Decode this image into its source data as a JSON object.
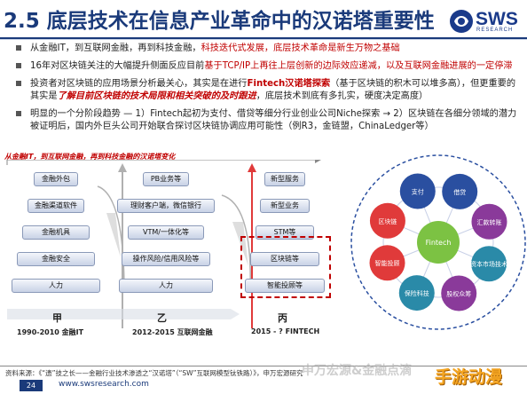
{
  "header": {
    "title": "2.5 底层技术在信息产业革命中的汉诺塔重要性",
    "logo_text": "SWS",
    "logo_sub": "RESEARCH"
  },
  "bullets": [
    {
      "parts": [
        {
          "t": "从金融IT，到互联网金融，再到科技金融，"
        },
        {
          "t": "科技迭代式发展，底层技术革命是新生万物之基础",
          "red": true
        }
      ]
    },
    {
      "parts": [
        {
          "t": "16年对区块链关注的大幅提升侧面反应目前"
        },
        {
          "t": "基于TCP/IP上再往上层创新的边际效应递减，以及互联网金融进展的一定停滞",
          "red": true
        }
      ]
    },
    {
      "parts": [
        {
          "t": "投资者对区块链的应用场景分析最关心，其实是在进行"
        },
        {
          "t": "Fintech汉诺塔探索",
          "red": true,
          "bold": true
        },
        {
          "t": "（基于区块链的积木可以堆多高），但更重要的其实是"
        },
        {
          "t": "了解目前区块链的技术局限和相关突破的及时跟进",
          "red": true,
          "bold": true,
          "ital": true
        },
        {
          "t": "，底层技术到底有多扎实，硬度决定高度）"
        }
      ]
    },
    {
      "parts": [
        {
          "t": "明显的一个分阶段趋势 — 1）Fintech起初为支付、借贷等细分行业创业公司Niche探索 → 2）区块链在各细分领域的潜力被证明后，国内外巨头公司开始联合探讨区块链协调应用可能性（例R3，金链盟，ChinaLedger等）"
        }
      ]
    }
  ],
  "diagram": {
    "title": "从金融IT，到互联网金融，再到科技金融的汉诺塔变化",
    "col_a": {
      "blocks": [
        "金融外包",
        "金融渠道软件",
        "金融机具",
        "金融安全",
        "人力"
      ],
      "label": "甲",
      "sub": "1990-2010 金融IT"
    },
    "col_b": {
      "blocks": [
        "PB业务等",
        "理财客户端，微信银行",
        "VTM/一体化等",
        "操作风险/信用风险等",
        "人力"
      ],
      "label": "乙",
      "sub": "2012-2015 互联网金融"
    },
    "col_c": {
      "blocks": [
        "新型服务",
        "新型业务",
        "STM等",
        "区块链等",
        "智能投顾等"
      ],
      "label": "丙",
      "sub": "2015 - ? FINTECH"
    },
    "ring": {
      "center": "Fintech",
      "nodes": [
        "支付",
        "借贷",
        "汇款转账",
        "资本市场技术",
        "股权众筹",
        "保险科技",
        "智能投顾",
        "区块链"
      ]
    }
  },
  "footer": {
    "source": "资料来源：《“遗”技之长——金融行业技术渗透之“汉诺塔”（“SW”互联网模型钛铁路）》，申万宏源研究",
    "page": "24",
    "website": "www.swsresearch.com",
    "watermark": "申万宏源&金融点滴",
    "watermark_cn": "手游动漫"
  },
  "colors": {
    "brand": "#1a3a7a",
    "accent_red": "#c00000",
    "ring_dark": "#2a4fa0",
    "center_green": "#7cc243",
    "node_red": "#e03a3a",
    "node_purple": "#8a3a9a",
    "node_teal": "#2a8aa8"
  }
}
